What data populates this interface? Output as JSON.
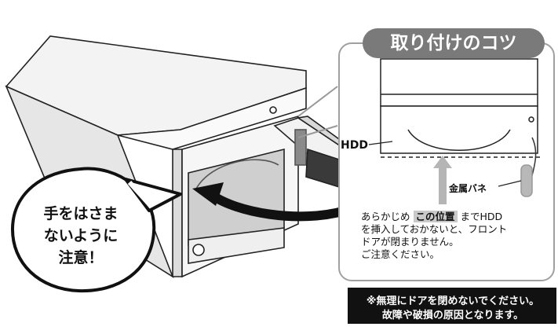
{
  "callout": {
    "title": "取り付けのコツ",
    "hdd_label": "HDD",
    "spring_label": "金属バネ",
    "instruction": {
      "line1_before": "あらかじめ",
      "line1_highlight": "この位置",
      "line1_after": "までHDD",
      "line2": "を挿入しておかないと、フロント",
      "line3": "ドアが閉まりません。",
      "line4": "ご注意ください。"
    }
  },
  "caution_bubble": {
    "line1": "手をはさま",
    "line2": "ないように",
    "line3": "注意！"
  },
  "warning": {
    "line1": "※無理にドアを閉めないでください。",
    "line2": "故障や破損の原因となります。"
  },
  "colors": {
    "badge_gray": "#7a7a7a",
    "panel_border": "#a0a0a0",
    "warning_bg": "#111111",
    "highlight": "#c9c9c9"
  }
}
